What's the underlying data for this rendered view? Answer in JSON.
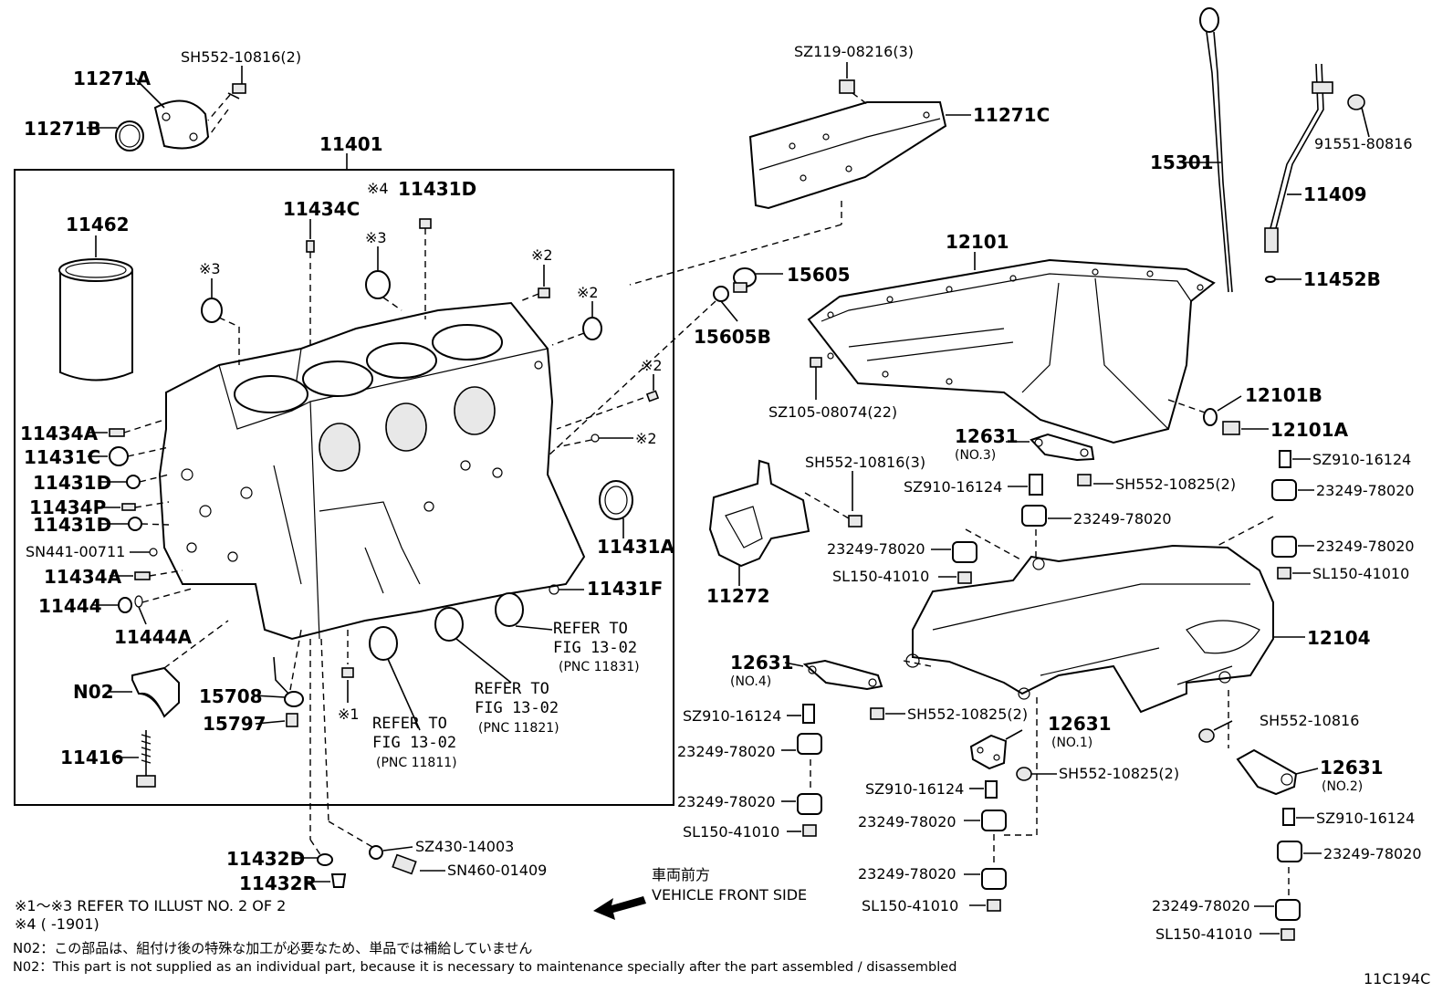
{
  "labels": {
    "p11401": "11401",
    "p11271A": "11271A",
    "p11271B": "11271B",
    "sh552_2": "SH552-10816(2)",
    "p11462": "11462",
    "p11434C": "11434C",
    "p11431D_top": "11431D",
    "mark4": "※4",
    "mark3a": "※3",
    "mark3b": "※3",
    "mark2a": "※2",
    "mark2b": "※2",
    "mark2c": "※2",
    "mark2d": "※2",
    "mark1": "※1",
    "p11434A_1": "11434A",
    "p11431C": "11431C",
    "p11431D_1": "11431D",
    "p11434P": "11434P",
    "p11431D_2": "11431D",
    "sn441": "SN441-00711",
    "p11434A_2": "11434A",
    "p11444": "11444",
    "p11444A": "11444A",
    "n02": "N02",
    "p11416": "11416",
    "p15708": "15708",
    "p15797": "15797",
    "p11431A": "11431A",
    "p11431F": "11431F",
    "ref1_a": "REFER TO",
    "ref1_b": "FIG 13-02",
    "ref1_c": "(PNC 11831)",
    "ref2_a": "REFER TO",
    "ref2_b": "FIG 13-02",
    "ref2_c": "(PNC 11821)",
    "ref3_a": "REFER TO",
    "ref3_b": "FIG 13-02",
    "ref3_c": "(PNC 11811)",
    "p11432D": "11432D",
    "p11432R": "11432R",
    "sz430": "SZ430-14003",
    "sn460": "SN460-01409",
    "sz119": "SZ119-08216(3)",
    "p11271C": "11271C",
    "p15605": "15605",
    "p15605B": "15605B",
    "p12101": "12101",
    "sz105": "SZ105-08074(22)",
    "p12101B": "12101B",
    "p12101A": "12101A",
    "p15301": "15301",
    "p11409": "11409",
    "p91551": "91551-80816",
    "p11452B": "11452B",
    "p12631_3": "12631",
    "no3": "(NO.3)",
    "sz910_a": "SZ910-16124",
    "sh552_25a": "SH552-10825(2)",
    "sh552_3": "SH552-10816(3)",
    "p23249_a": "23249-78020",
    "p23249_b": "23249-78020",
    "sl150_a": "SL150-41010",
    "p11272": "11272",
    "sz910_b": "SZ910-16124",
    "p23249_c": "23249-78020",
    "p23249_d": "23249-78020",
    "sl150_b": "SL150-41010",
    "p12104": "12104",
    "p12631_4": "12631",
    "no4": "(NO.4)",
    "sz910_c": "SZ910-16124",
    "sh552_25b": "SH552-10825(2)",
    "p23249_e": "23249-78020",
    "p23249_f": "23249-78020",
    "sl150_c": "SL150-41010",
    "p12631_1": "12631",
    "no1": "(NO.1)",
    "sh552_25c": "SH552-10825(2)",
    "sz910_d": "SZ910-16124",
    "p23249_g": "23249-78020",
    "p23249_h": "23249-78020",
    "sl150_d": "SL150-41010",
    "sh552_single": "SH552-10816",
    "p12631_2": "12631",
    "no2": "(NO.2)",
    "sz910_e": "SZ910-16124",
    "p23249_i": "23249-78020",
    "p23249_j": "23249-78020",
    "sl150_e": "SL150-41010",
    "front_jp": "車両前方",
    "front_en": "VEHICLE FRONT SIDE"
  },
  "notes": {
    "line1": "※1～※3  REFER TO ILLUST NO. 2 OF 2",
    "line2": "※4 (      -1901)",
    "line3": "N02：この部品は、組付け後の特殊な加工が必要なため、単品では補給していません",
    "line4": "N02：This part is not supplied as an individual part, because it is necessary to maintenance specially after the part assembled / disassembled"
  },
  "figure_id": "11C194C"
}
